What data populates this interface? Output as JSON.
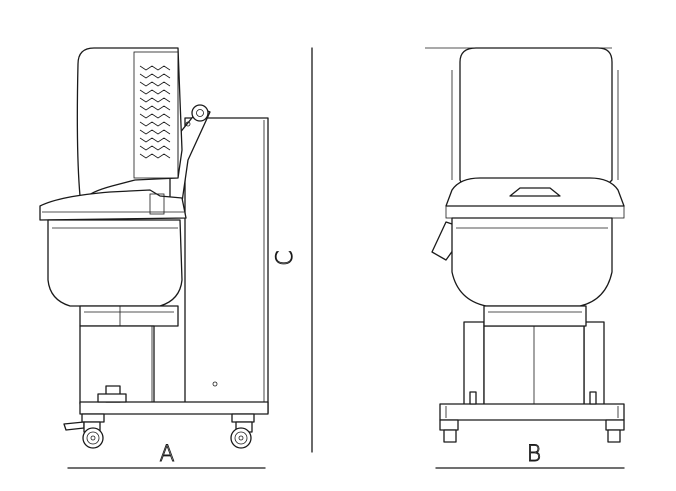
{
  "dimensions": {
    "depth_label": "A",
    "width_label": "B",
    "height_label": "C"
  }
}
